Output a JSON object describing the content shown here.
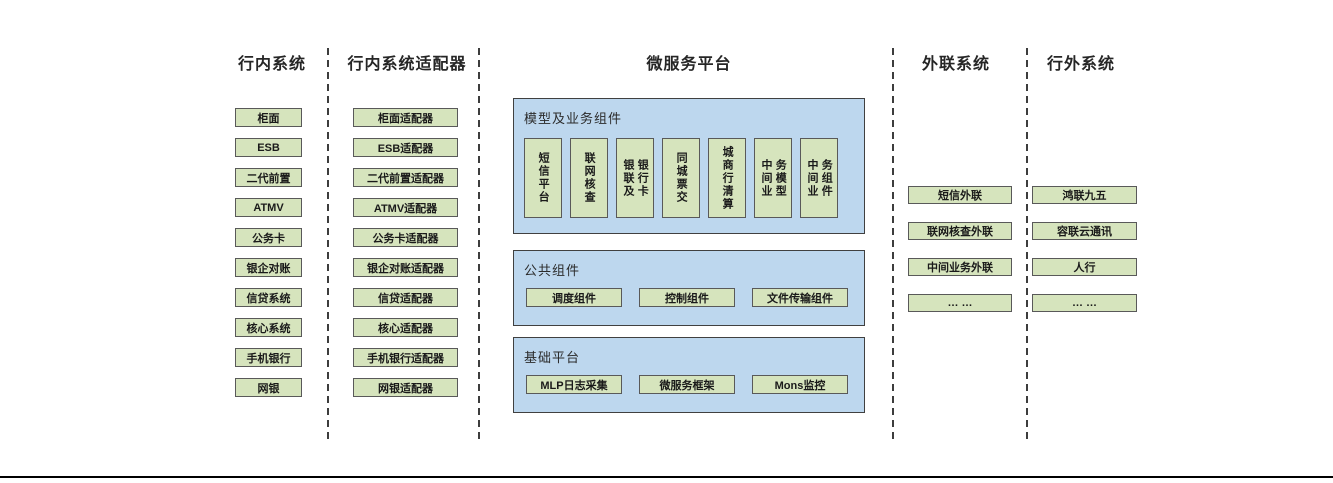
{
  "headers": {
    "internal": "行内系统",
    "adapters": "行内系统适配器",
    "platform": "微服务平台",
    "outreach": "外联系统",
    "external": "行外系统"
  },
  "internal": {
    "items": [
      "柜面",
      "ESB",
      "二代前置",
      "ATMV",
      "公务卡",
      "银企对账",
      "信贷系统",
      "核心系统",
      "手机银行",
      "网银"
    ]
  },
  "adapters": {
    "items": [
      "柜面适配器",
      "ESB适配器",
      "二代前置适配器",
      "ATMV适配器",
      "公务卡适配器",
      "银企对账适配器",
      "信贷适配器",
      "核心适配器",
      "手机银行适配器",
      "网银适配器"
    ]
  },
  "platform": {
    "groups": [
      {
        "title": "模型及业务组件",
        "items": [
          "短信平台",
          "联网核查",
          "银联及银行卡",
          "同城票交",
          "城商行清算",
          "中间业务模型",
          "中间业务组件"
        ]
      },
      {
        "title": "公共组件",
        "items": [
          "调度组件",
          "控制组件",
          "文件传输组件"
        ]
      },
      {
        "title": "基础平台",
        "items": [
          "MLP日志采集",
          "微服务框架",
          "Mons监控"
        ]
      }
    ]
  },
  "outreach": {
    "items": [
      "短信外联",
      "联网核查外联",
      "中间业务外联",
      "… …"
    ]
  },
  "external": {
    "items": [
      "鸿联九五",
      "容联云通讯",
      "人行",
      "… …"
    ]
  },
  "colors": {
    "box_fill": "#d6e4bd",
    "box_border": "#595959",
    "panel_fill": "#bdd7ee",
    "panel_border": "#404040",
    "divider": "#3d3d3d",
    "bottom_line": "#000000"
  }
}
